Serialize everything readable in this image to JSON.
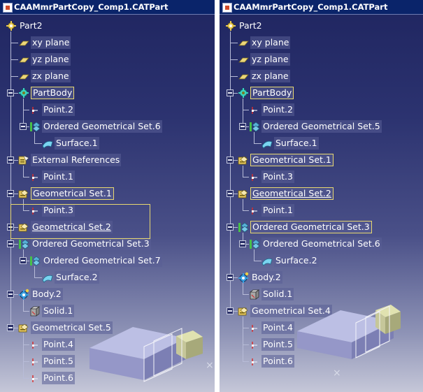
{
  "left_window": {
    "title": "CAAMmrPartCopy_Comp1.CATPart",
    "nodes": [
      {
        "label": "Part2"
      },
      {
        "label": "xy plane"
      },
      {
        "label": "yz plane"
      },
      {
        "label": "zx plane"
      },
      {
        "label": "PartBody"
      },
      {
        "label": "Point.2"
      },
      {
        "label": "Ordered Geometrical Set.6"
      },
      {
        "label": "Surface.1"
      },
      {
        "label": "External References"
      },
      {
        "label": "Point.1"
      },
      {
        "label": "Geometrical Set.1"
      },
      {
        "label": "Point.3"
      },
      {
        "label": "Geometrical Set.2"
      },
      {
        "label": "Ordered Geometrical Set.3"
      },
      {
        "label": "Ordered Geometrical Set.7"
      },
      {
        "label": "Surface.2"
      },
      {
        "label": "Body.2"
      },
      {
        "label": "Solid.1"
      },
      {
        "label": "Geometrical Set.5"
      },
      {
        "label": "Point.4"
      },
      {
        "label": "Point.5"
      },
      {
        "label": "Point.6"
      }
    ],
    "compass_glyph": "×"
  },
  "right_window": {
    "title": "CAAMmrPartCopy_Comp1.CATPart",
    "nodes": [
      {
        "label": "Part2"
      },
      {
        "label": "xy plane"
      },
      {
        "label": "yz plane"
      },
      {
        "label": "zx plane"
      },
      {
        "label": "PartBody"
      },
      {
        "label": "Point.2"
      },
      {
        "label": "Ordered Geometrical Set.5"
      },
      {
        "label": "Surface.1"
      },
      {
        "label": "Geometrical Set.1"
      },
      {
        "label": "Point.3"
      },
      {
        "label": "Geometrical Set.2"
      },
      {
        "label": "Point.1"
      },
      {
        "label": "Ordered Geometrical Set.3"
      },
      {
        "label": "Ordered Geometrical Set.6"
      },
      {
        "label": "Surface.2"
      },
      {
        "label": "Body.2"
      },
      {
        "label": "Solid.1"
      },
      {
        "label": "Geometrical Set.4"
      },
      {
        "label": "Point.4"
      },
      {
        "label": "Point.5"
      },
      {
        "label": "Point.6"
      }
    ],
    "compass_glyph": "×"
  },
  "icon_names": [
    "part-icon",
    "plane-icon",
    "body-icon",
    "point-icon",
    "ordered-geometrical-set-icon",
    "surface-icon",
    "external-references-icon",
    "geometrical-set-icon",
    "solid-icon",
    "body2-icon"
  ],
  "colors": {
    "titlebar": "#0a246a",
    "tree_text": "#ffffff",
    "selection_frame": "#e8d870",
    "background_top": "#1f2560",
    "background_bottom": "#c5c7d8"
  }
}
